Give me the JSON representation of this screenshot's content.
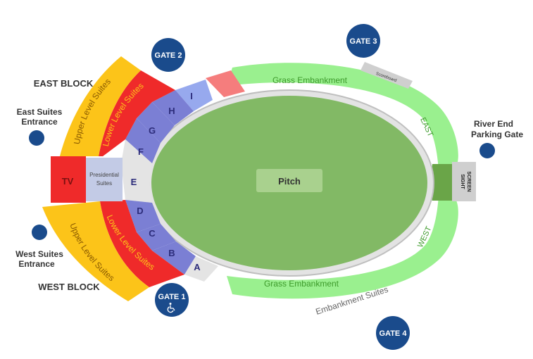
{
  "colors": {
    "pitch": "#82b965",
    "pitch_label_bg": "#a9d18e",
    "ring": "#e3e3e3",
    "grass": "#9af08f",
    "grass_text": "#3d9a2b",
    "section_blue": "#7b7fd4",
    "section_light_blue": "#97a9ee",
    "lower_level": "#ef2a2a",
    "upper_level": "#fcc419",
    "upper_text": "#8a5a00",
    "tv": "#ef2a2a",
    "presidential": "#c3cbe6",
    "section_grey": "#e4e4e4",
    "salmon": "#f57d7d",
    "gate": "#1a4b8c",
    "sight_screen": "#cfcfcf",
    "wall": "#bfbfbf",
    "dark_green": "#6aa548"
  },
  "pitch": {
    "label": "Pitch"
  },
  "embankments": {
    "north": "Grass Embankment",
    "south": "Grass Embankment",
    "east": "EAST",
    "west": "WEST",
    "suites": "Embankment Suites"
  },
  "scoreboard": "Scoreboard",
  "sight_screen": [
    "SIGHT",
    "SCREEN"
  ],
  "sections": [
    "A",
    "B",
    "C",
    "D",
    "E",
    "F",
    "G",
    "H",
    "I"
  ],
  "east_block": {
    "title": "EAST BLOCK",
    "lower": "Lower Level Suites",
    "upper": "Upper Level Suites"
  },
  "west_block": {
    "title": "WEST BLOCK",
    "lower": "Lower Level Suites",
    "upper": "Upper Level Suites"
  },
  "tv": "TV",
  "presidential": [
    "Presidential",
    "Suites"
  ],
  "gates": {
    "gate1": "GATE 1",
    "gate2": "GATE 2",
    "gate3": "GATE 3",
    "gate4": "GATE 4",
    "accessible_icon": "wheelchair-icon"
  },
  "entrances": {
    "east_suites": [
      "East Suites",
      "Entrance"
    ],
    "west_suites": [
      "West Suites",
      "Entrance"
    ],
    "river_end": [
      "River End",
      "Parking Gate"
    ]
  }
}
